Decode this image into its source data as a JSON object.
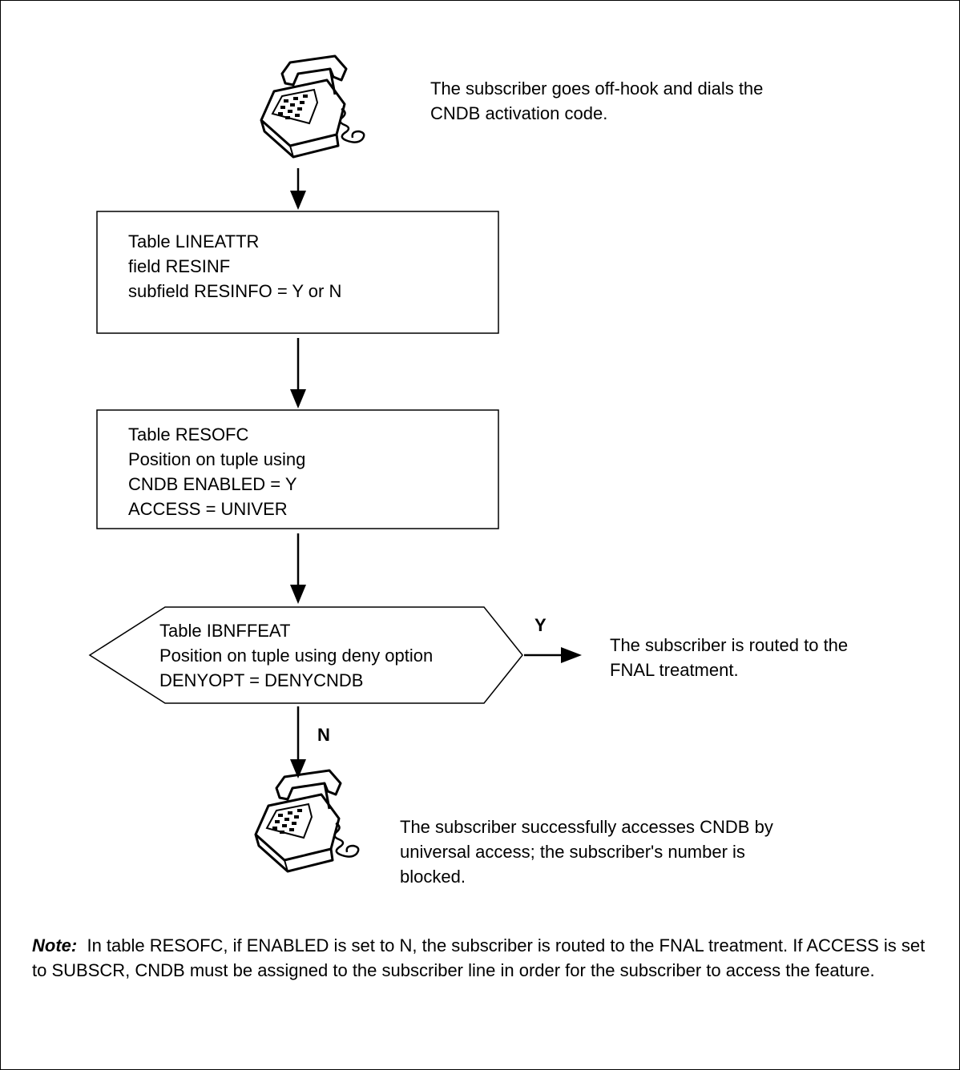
{
  "steps": {
    "start_text": "The subscriber goes off-hook and dials the\nCNDB activation code.",
    "box1": "Table LINEATTR\nfield RESINF\nsubfield RESINFO = Y or N",
    "box2": "Table RESOFC\nPosition on tuple using\nCNDB ENABLED = Y\nACCESS = UNIVER",
    "decision": "Table IBNFFEAT\nPosition on tuple using deny option\nDENYOPT = DENYCNDB",
    "yes_label": "Y",
    "no_label": "N",
    "yes_result": "The subscriber is routed to the\nFNAL treatment.",
    "end_text": "The subscriber successfully accesses CNDB by\nuniversal access; the subscriber's number is\nblocked."
  },
  "note": {
    "label": "Note:",
    "text": "In table RESOFC, if ENABLED is set to N, the subscriber is routed to the FNAL treatment.  If ACCESS is set to SUBSCR, CNDB must be assigned to the subscriber line in order for the subscriber to access the feature."
  },
  "icons": [
    "telephone-icon",
    "telephone-icon"
  ]
}
